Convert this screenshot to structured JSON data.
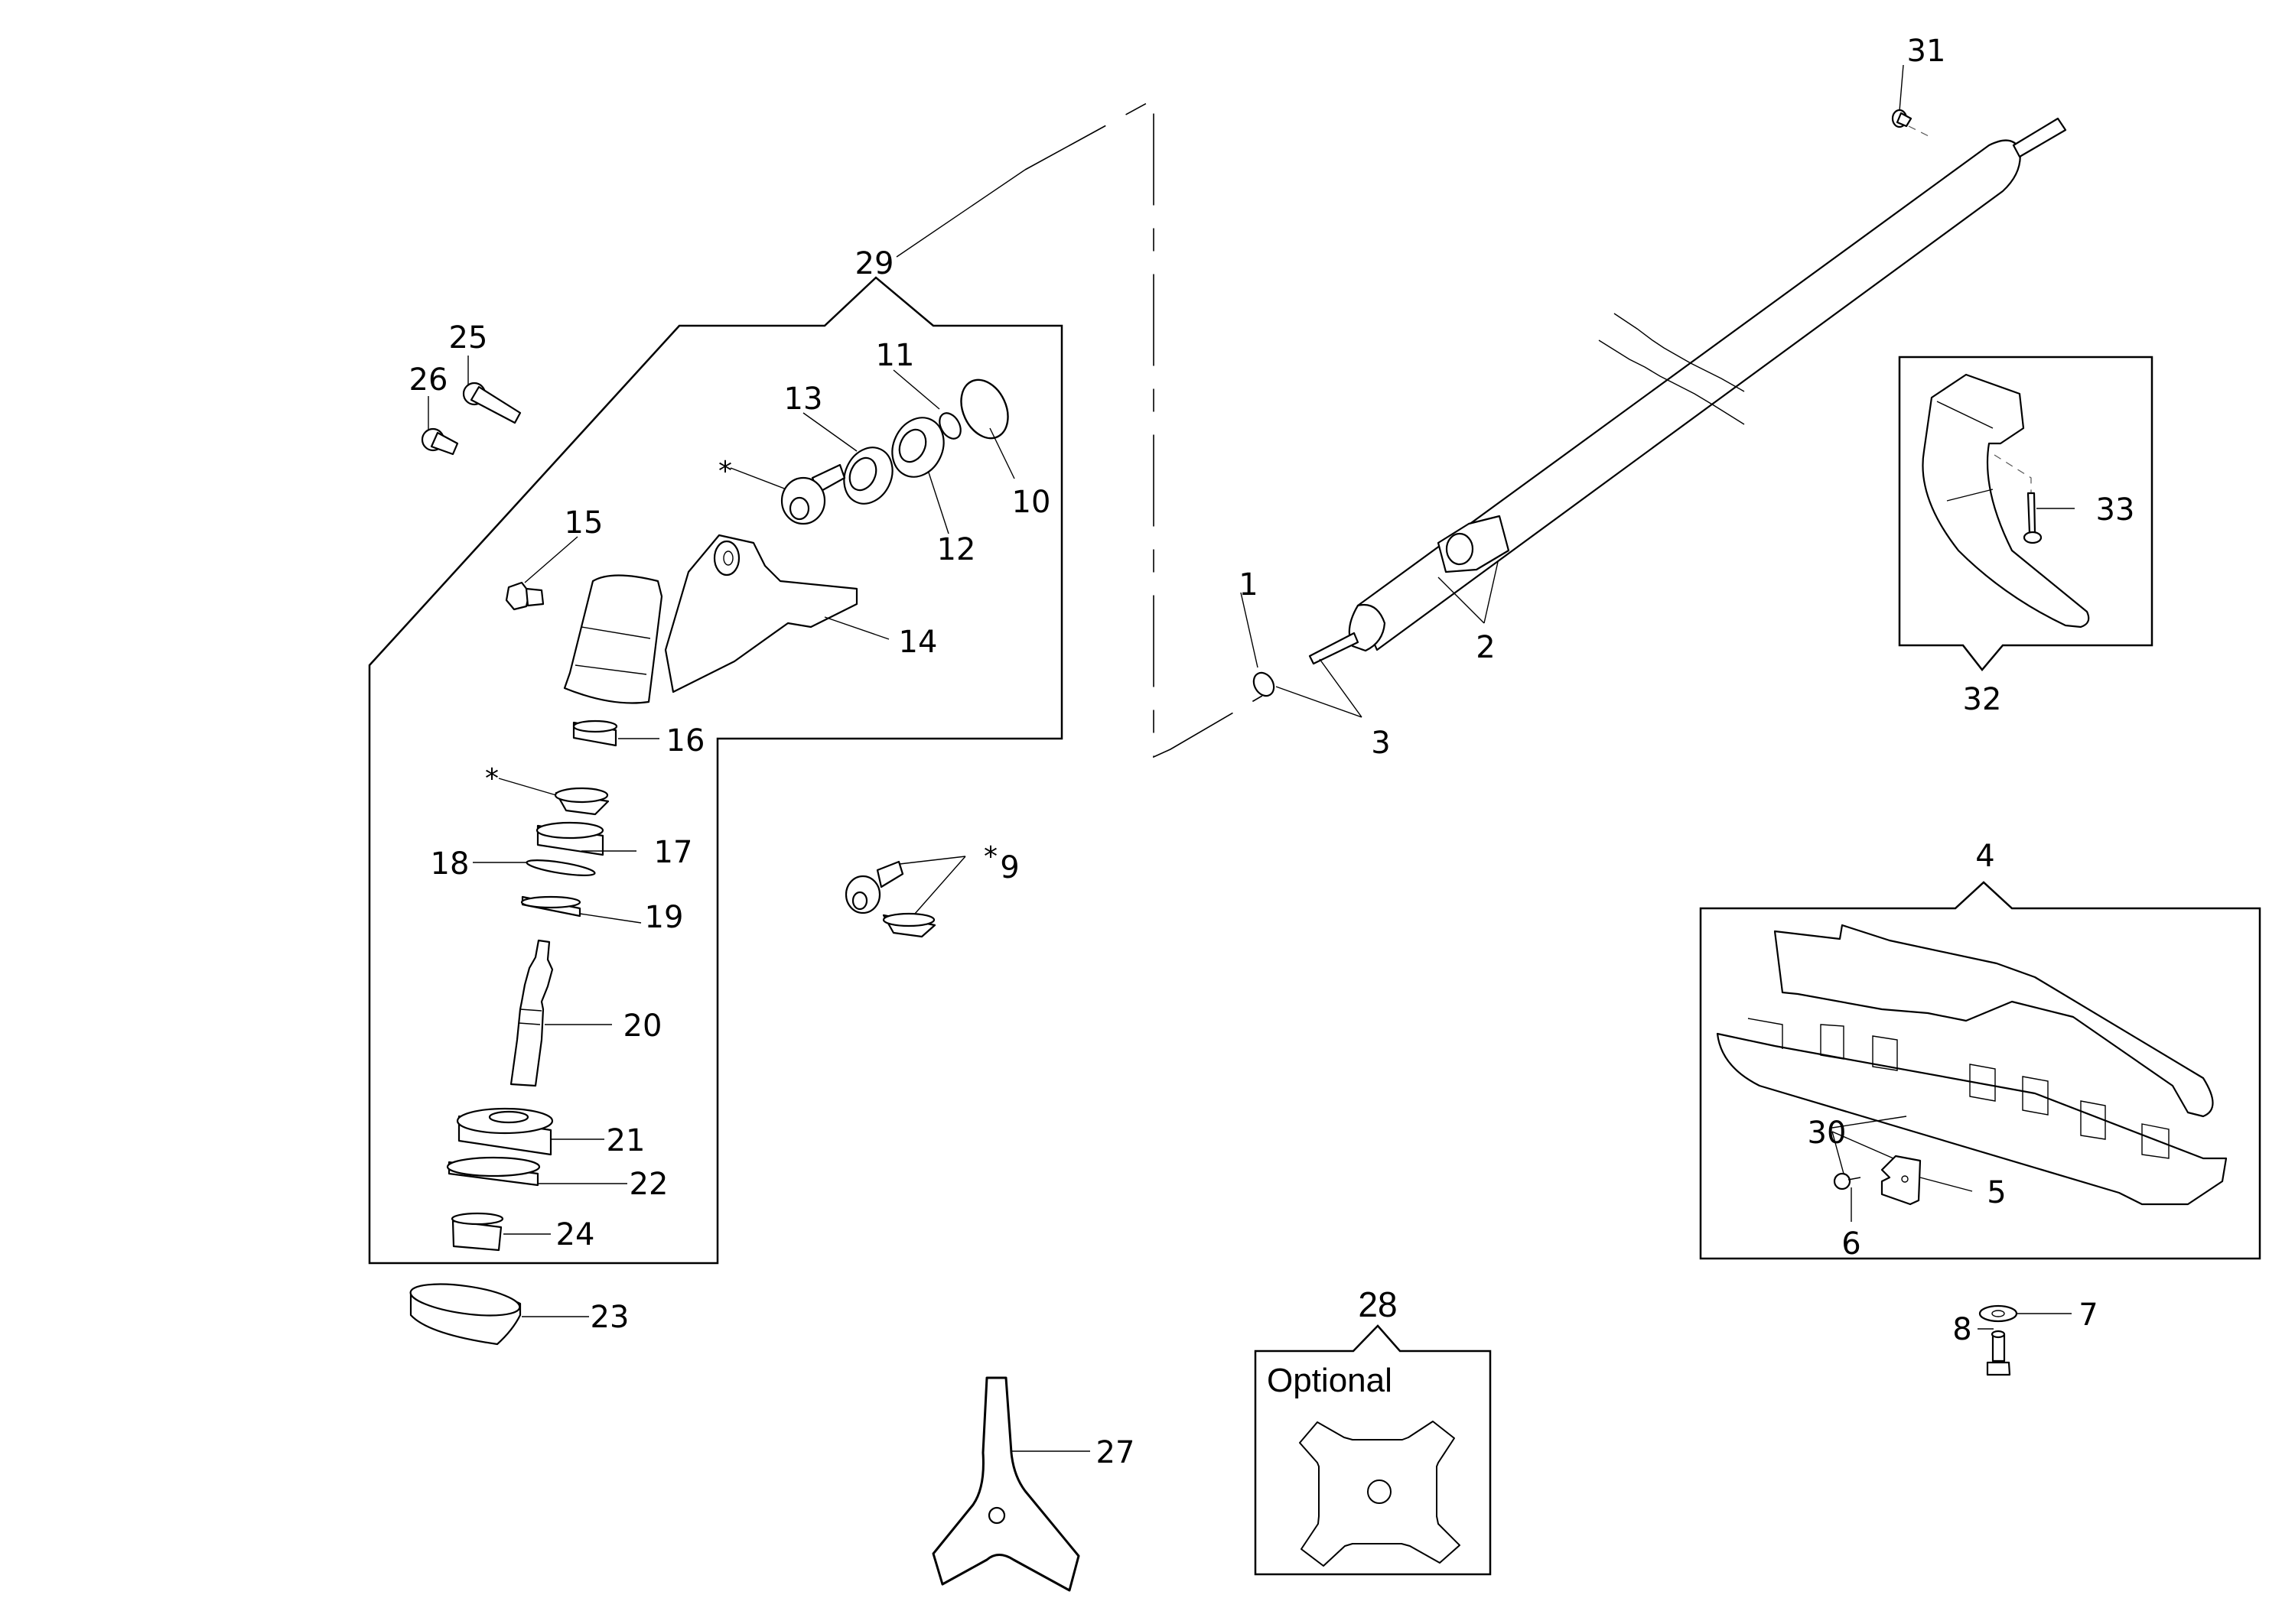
{
  "diagram": {
    "title": "Exploded parts diagram - brushcutter shaft, gearbox, guard and blades",
    "callouts": [
      {
        "id": "p1",
        "label": "1"
      },
      {
        "id": "p2",
        "label": "2"
      },
      {
        "id": "p3",
        "label": "3"
      },
      {
        "id": "p4",
        "label": "4"
      },
      {
        "id": "p5",
        "label": "5"
      },
      {
        "id": "p6",
        "label": "6"
      },
      {
        "id": "p7",
        "label": "7"
      },
      {
        "id": "p8",
        "label": "8"
      },
      {
        "id": "p9",
        "label": "9"
      },
      {
        "id": "p10",
        "label": "10"
      },
      {
        "id": "p11",
        "label": "11"
      },
      {
        "id": "p12",
        "label": "12"
      },
      {
        "id": "p13",
        "label": "13"
      },
      {
        "id": "p14",
        "label": "14"
      },
      {
        "id": "p15",
        "label": "15"
      },
      {
        "id": "p16",
        "label": "16"
      },
      {
        "id": "p17",
        "label": "17"
      },
      {
        "id": "p18",
        "label": "18"
      },
      {
        "id": "p19",
        "label": "19"
      },
      {
        "id": "p20",
        "label": "20"
      },
      {
        "id": "p21",
        "label": "21"
      },
      {
        "id": "p22",
        "label": "22"
      },
      {
        "id": "p23",
        "label": "23"
      },
      {
        "id": "p24",
        "label": "24"
      },
      {
        "id": "p25",
        "label": "25"
      },
      {
        "id": "p26",
        "label": "26"
      },
      {
        "id": "p27",
        "label": "27"
      },
      {
        "id": "p28",
        "label": "28"
      },
      {
        "id": "p29",
        "label": "29"
      },
      {
        "id": "p30",
        "label": "30"
      },
      {
        "id": "p31",
        "label": "31"
      },
      {
        "id": "p32",
        "label": "32"
      },
      {
        "id": "p33",
        "label": "33"
      }
    ],
    "asterisk_marker": "*",
    "asterisk_note_label": "*",
    "optional_label": "Optional",
    "groups": {
      "gearbox_assembly": "29",
      "guard_assembly": "4",
      "handle_assembly": "32",
      "optional_blade": "28"
    },
    "colors": {
      "line": "#000000",
      "background": "#ffffff"
    }
  }
}
